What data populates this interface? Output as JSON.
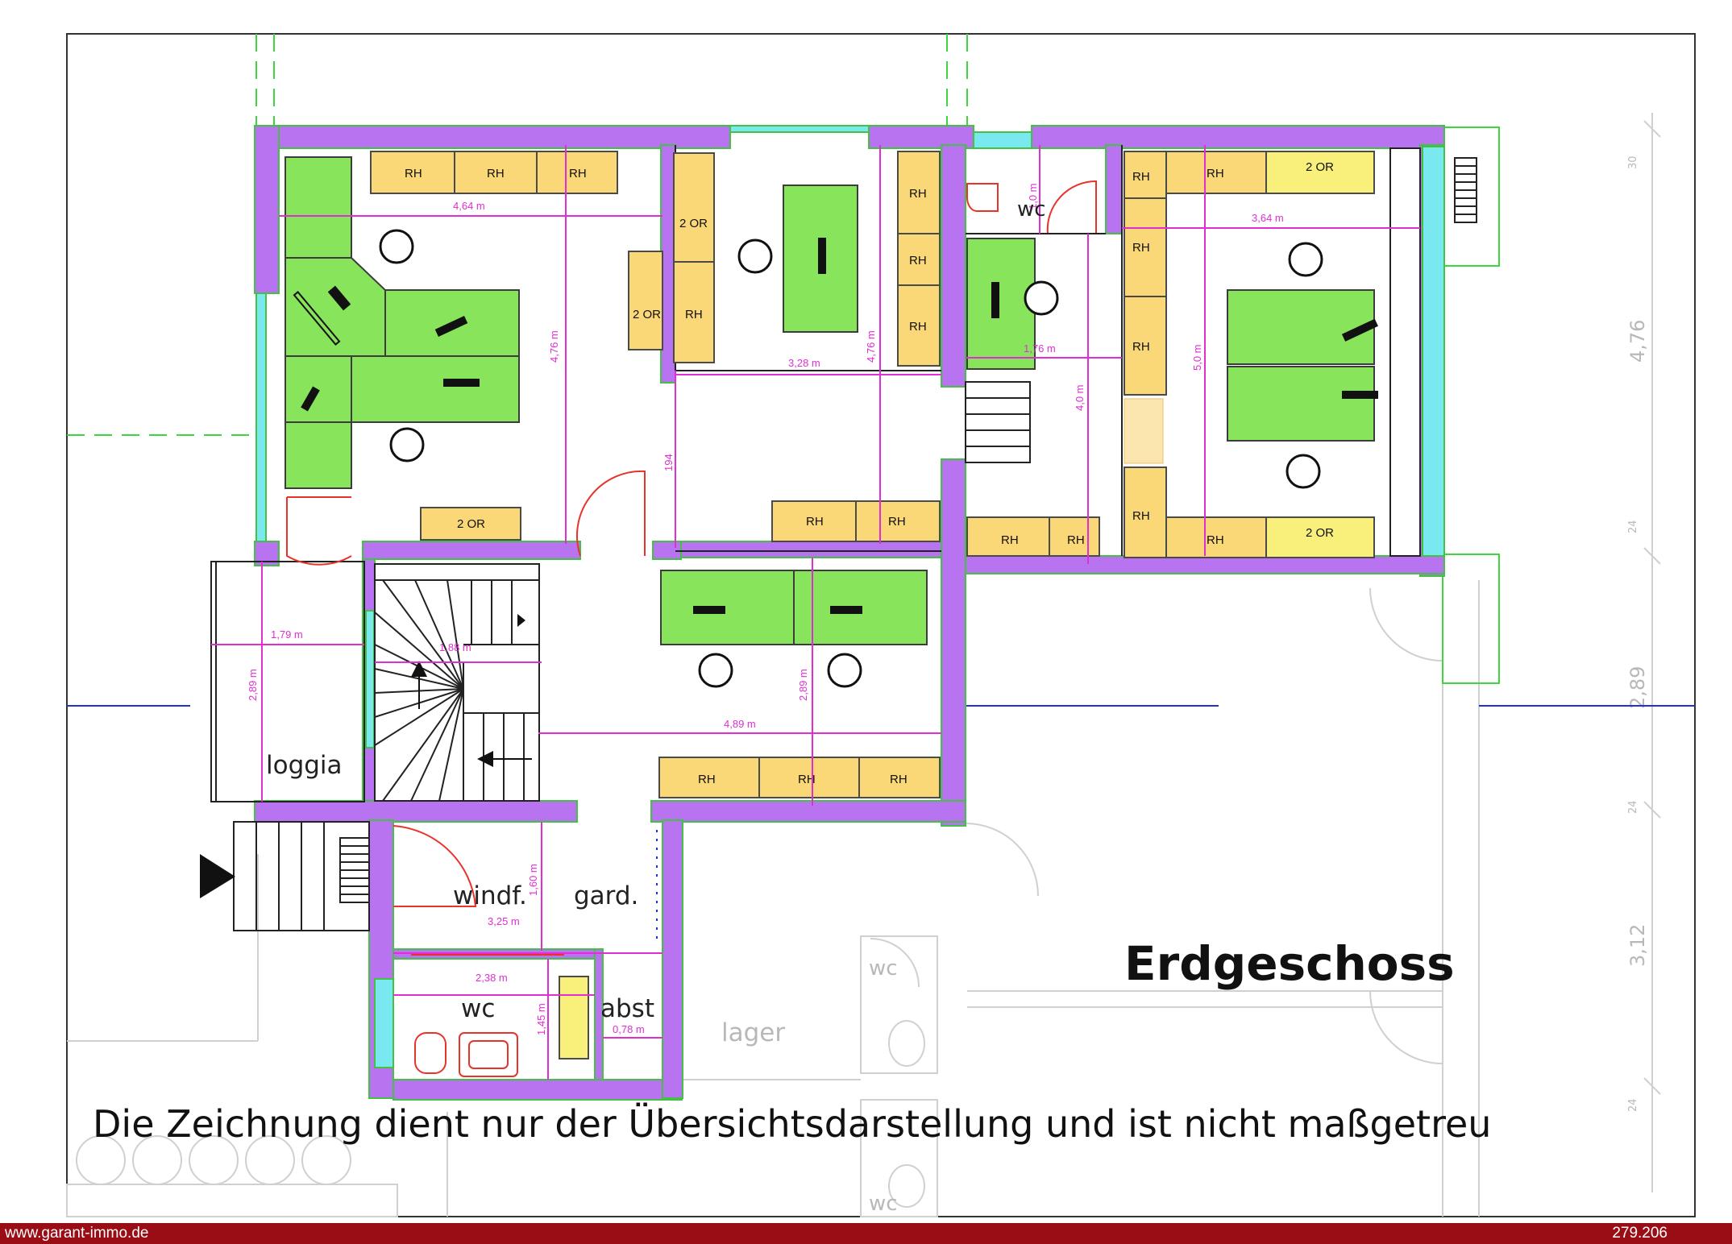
{
  "title": "Erdgeschoss",
  "disclaimer": "Die Zeichnung dient nur der Übersichtsdarstellung und ist nicht maßgetreu",
  "footer": {
    "website": "www.garant-immo.de",
    "reference": "279.206"
  },
  "rooms": {
    "loggia": "loggia",
    "windfang": "windf.",
    "garderobe": "gard.",
    "wc_lower": "wc",
    "abstell": "abst",
    "wc_upper": "wc",
    "lager": "lager",
    "wc_ghost_1": "wc",
    "wc_ghost_2": "wc"
  },
  "furniture": {
    "rh": "RH",
    "or2": "2 OR"
  },
  "dimensions": {
    "d464": "4,64 m",
    "d476a": "4,76 m",
    "d328": "3,28 m",
    "d476b": "4,76 m",
    "d194": "194",
    "d10": "1,0 m",
    "d176": "1,76 m",
    "d40": "4,0 m",
    "d364": "3,64 m",
    "d50": "5,0 m",
    "d179": "1,79 m",
    "d289a": "2,89 m",
    "d188": "1,88 m",
    "d489": "4,89 m",
    "d289b": "2,89 m",
    "d160": "1,60 m",
    "d325": "3,25 m",
    "d238": "2,38 m",
    "d145": "1,45 m",
    "d078": "0,78 m"
  },
  "ghost_dimensions": {
    "g476": "4,76",
    "g289": "2,89",
    "g312": "3,12",
    "g30": "30",
    "g24a": "24",
    "g24b": "24",
    "g24c": "24"
  },
  "colors": {
    "wall": "#b874f0",
    "window": "#7ae8ef",
    "desk": "#88e45a",
    "shelf": "#fad777",
    "dimension": "#e02ed4",
    "footer": "#9b0d14"
  },
  "icons": [
    "entrance-arrow-icon",
    "stair-arrow-icon",
    "office-chair-icon",
    "monitor-icon",
    "toilet-icon",
    "washbasin-icon"
  ]
}
